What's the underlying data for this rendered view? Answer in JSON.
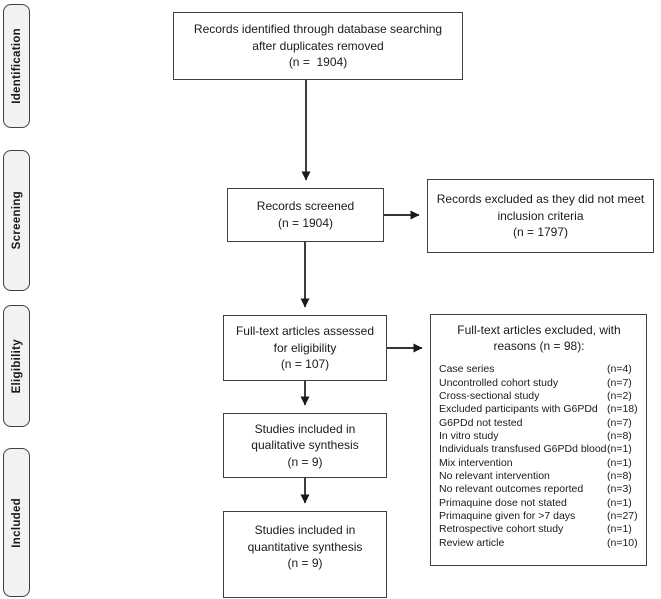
{
  "sidebar": {
    "items": [
      {
        "label": "Identification"
      },
      {
        "label": "Screening"
      },
      {
        "label": "Eligibility"
      },
      {
        "label": "Included"
      }
    ]
  },
  "boxes": {
    "identified": {
      "lines": [
        "Records identified through database searching",
        "after duplicates removed",
        "(n =  1904)"
      ]
    },
    "screened": {
      "lines": [
        "Records screened",
        "(n = 1904)"
      ]
    },
    "records_excluded": {
      "lines": [
        "Records excluded as they did not meet",
        "inclusion criteria",
        "(n = 1797)"
      ]
    },
    "fulltext_assessed": {
      "lines": [
        "Full-text articles assessed",
        "for eligibility",
        "(n = 107)"
      ]
    },
    "fulltext_excluded": {
      "title_lines": [
        "Full-text articles excluded, with",
        "reasons (n = 98):"
      ],
      "reasons": [
        {
          "label": "Case series",
          "count": "(n=4)"
        },
        {
          "label": "Uncontrolled cohort study",
          "count": "(n=7)"
        },
        {
          "label": "Cross-sectional study",
          "count": "(n=2)"
        },
        {
          "label": "Excluded participants with G6PDd",
          "count": "(n=18)"
        },
        {
          "label": "G6PDd not tested",
          "count": "(n=7)"
        },
        {
          "label": "In vitro study",
          "count": "(n=8)"
        },
        {
          "label": "Individuals transfused G6PDd blood",
          "count": "(n=1)"
        },
        {
          "label": "Mix intervention",
          "count": "(n=1)"
        },
        {
          "label": "No relevant intervention",
          "count": "(n=8)"
        },
        {
          "label": "No relevant outcomes reported",
          "count": "(n=3)"
        },
        {
          "label": "Primaquine dose not stated",
          "count": "(n=1)"
        },
        {
          "label": "Primaquine given for >7 days",
          "count": "(n=27)"
        },
        {
          "label": "Retrospective cohort study",
          "count": "(n=1)"
        },
        {
          "label": "Review article",
          "count": "(n=10)"
        }
      ]
    },
    "qualitative": {
      "lines": [
        "Studies included in",
        "qualitative synthesis",
        "(n = 9)"
      ]
    },
    "quantitative": {
      "lines": [
        "Studies included in",
        "quantitative synthesis",
        "(n = 9)"
      ]
    }
  },
  "colors": {
    "box_border": "#404040",
    "text": "#1a1a1a",
    "sidebar_fill": "#f2f2f2",
    "arrow": "#1a1a1a"
  }
}
